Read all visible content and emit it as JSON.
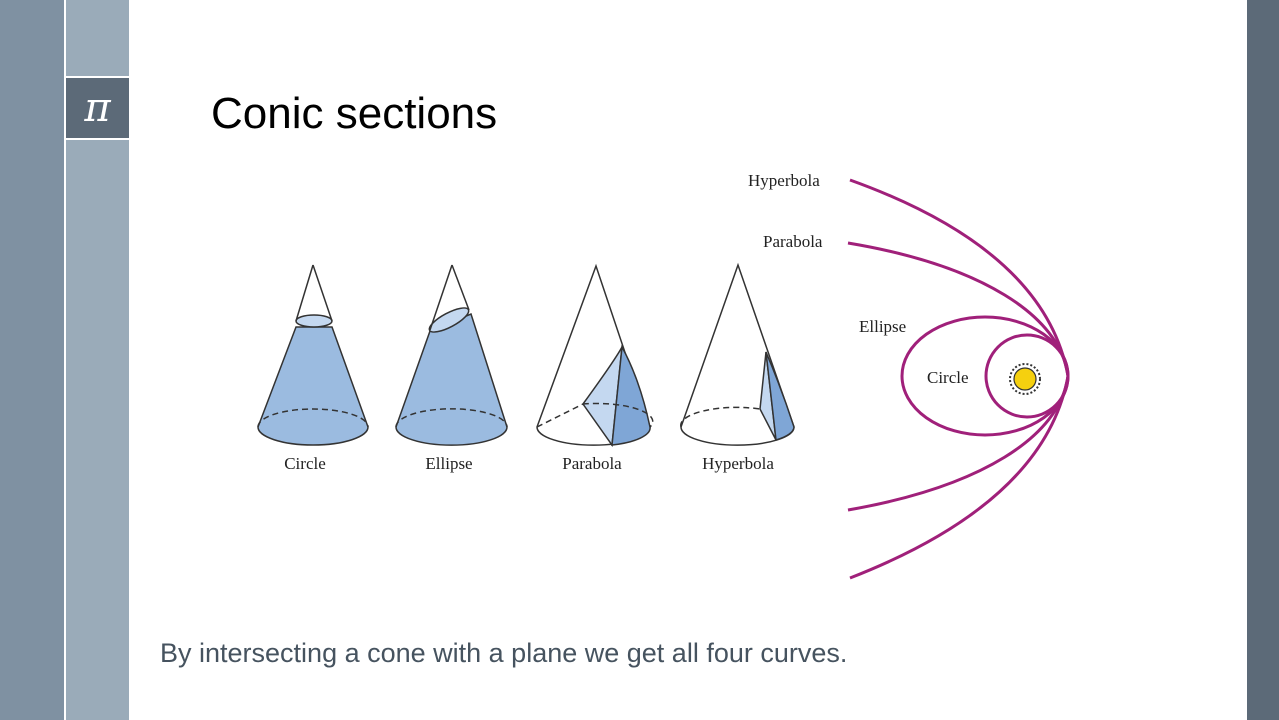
{
  "slide": {
    "title": "Conic sections",
    "caption": "By intersecting a cone with a plane we get all four curves.",
    "pi_symbol": "π"
  },
  "figure": {
    "cone_labels": [
      "Circle",
      "Ellipse",
      "Parabola",
      "Hyperbola"
    ],
    "orbit_labels": [
      "Hyperbola",
      "Parabola",
      "Ellipse",
      "Circle"
    ],
    "center_icon": "sun-icon"
  },
  "colors": {
    "left_strip": "#7f91a2",
    "mid_strip": "#9aabb9",
    "dark_strip": "#5c6a78",
    "cone_fill": "#9bbbe0",
    "orbit_curve": "#a0207a",
    "sun": "#f5d00f"
  }
}
